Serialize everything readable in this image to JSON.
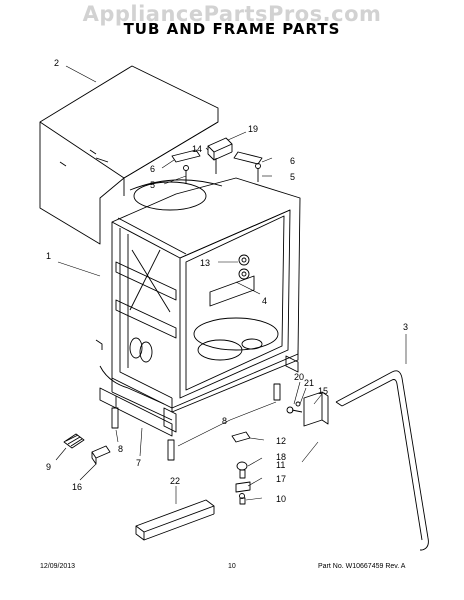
{
  "watermark": "AppliancePartsPros.com",
  "title": "TUB AND FRAME PARTS",
  "callouts": {
    "c1": "1",
    "c2": "2",
    "c3": "3",
    "c4": "4",
    "c5a": "5",
    "c5b": "5",
    "c6a": "6",
    "c6b": "6",
    "c7": "7",
    "c8a": "8",
    "c8b": "8",
    "c9": "9",
    "c10": "10",
    "c11": "11",
    "c12": "12",
    "c13": "13",
    "c14": "14",
    "c15": "15",
    "c16": "16",
    "c17": "17",
    "c18": "18",
    "c19": "19",
    "c20": "20",
    "c21": "21",
    "c22": "22"
  },
  "footer": {
    "date": "12/09/2013",
    "page": "10",
    "part_number": "Part No. W10667459  Rev. A"
  }
}
